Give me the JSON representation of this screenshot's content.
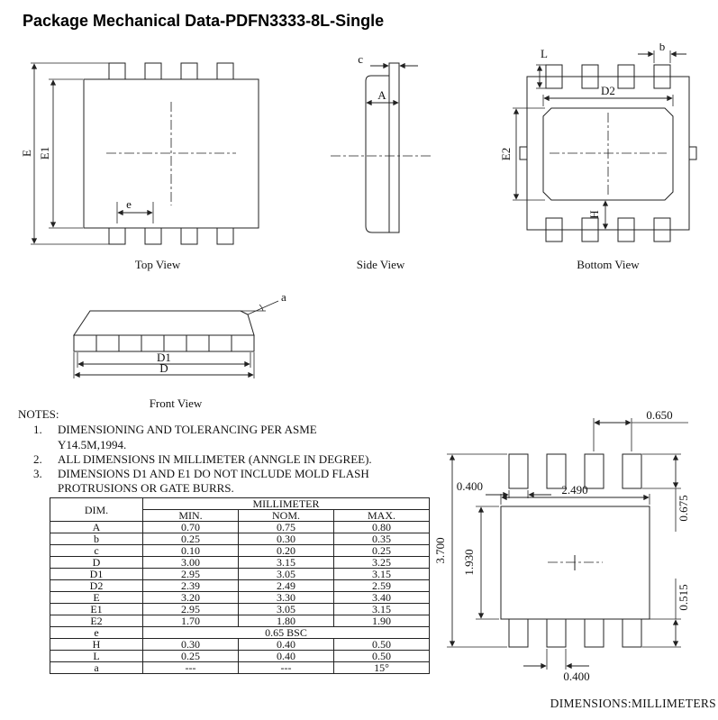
{
  "page": {
    "title": "Package Mechanical Data-PDFN3333-8L-Single"
  },
  "views": {
    "top": {
      "caption": "Top View",
      "labels": {
        "E": "E",
        "E1": "E1",
        "e": "e"
      }
    },
    "side": {
      "caption": "Side View",
      "labels": {
        "c": "c",
        "A": "A"
      }
    },
    "bottom": {
      "caption": "Bottom View",
      "labels": {
        "L": "L",
        "b": "b",
        "D2": "D2",
        "E2": "E2",
        "H": "H"
      }
    },
    "front": {
      "caption": "Front View",
      "labels": {
        "D1": "D1",
        "D": "D",
        "a": "a"
      }
    }
  },
  "notes": {
    "heading": "NOTES:",
    "items": [
      {
        "num": "1.",
        "text": "DIMENSIONING AND TOLERANCING PER ASME\nY14.5M,1994."
      },
      {
        "num": "2.",
        "text": "ALL DIMENSIONS IN MILLIMETER (ANNGLE IN DEGREE)."
      },
      {
        "num": "3.",
        "text": "DIMENSIONS D1 AND E1 DO NOT INCLUDE MOLD FLASH\nPROTRUSIONS OR GATE BURRS."
      }
    ]
  },
  "table": {
    "dim_header": "DIM.",
    "unit_header": "MILLIMETER",
    "col_headers": [
      "MIN.",
      "NOM.",
      "MAX."
    ],
    "rows": [
      {
        "dim": "A",
        "min": "0.70",
        "nom": "0.75",
        "max": "0.80"
      },
      {
        "dim": "b",
        "min": "0.25",
        "nom": "0.30",
        "max": "0.35"
      },
      {
        "dim": "c",
        "min": "0.10",
        "nom": "0.20",
        "max": "0.25"
      },
      {
        "dim": "D",
        "min": "3.00",
        "nom": "3.15",
        "max": "3.25"
      },
      {
        "dim": "D1",
        "min": "2.95",
        "nom": "3.05",
        "max": "3.15"
      },
      {
        "dim": "D2",
        "min": "2.39",
        "nom": "2.49",
        "max": "2.59"
      },
      {
        "dim": "E",
        "min": "3.20",
        "nom": "3.30",
        "max": "3.40"
      },
      {
        "dim": "E1",
        "min": "2.95",
        "nom": "3.05",
        "max": "3.15"
      },
      {
        "dim": "E2",
        "min": "1.70",
        "nom": "1.80",
        "max": "1.90"
      },
      {
        "dim": "e",
        "span": "0.65 BSC"
      },
      {
        "dim": "H",
        "min": "0.30",
        "nom": "0.40",
        "max": "0.50"
      },
      {
        "dim": "L",
        "min": "0.25",
        "nom": "0.40",
        "max": "0.50"
      },
      {
        "dim": "a",
        "min": "---",
        "nom": "---",
        "max": "15°"
      }
    ]
  },
  "land_pattern": {
    "dims": {
      "pitch": "0.650",
      "pad_width_top": "0.400",
      "center_pad_width": "2.490",
      "pad_length": "0.675",
      "overall_height": "3.700",
      "center_pad_height": "1.930",
      "tab_height": "0.515",
      "pad_width_bottom": "0.400"
    },
    "footer": "DIMENSIONS:MILLIMETERS"
  }
}
